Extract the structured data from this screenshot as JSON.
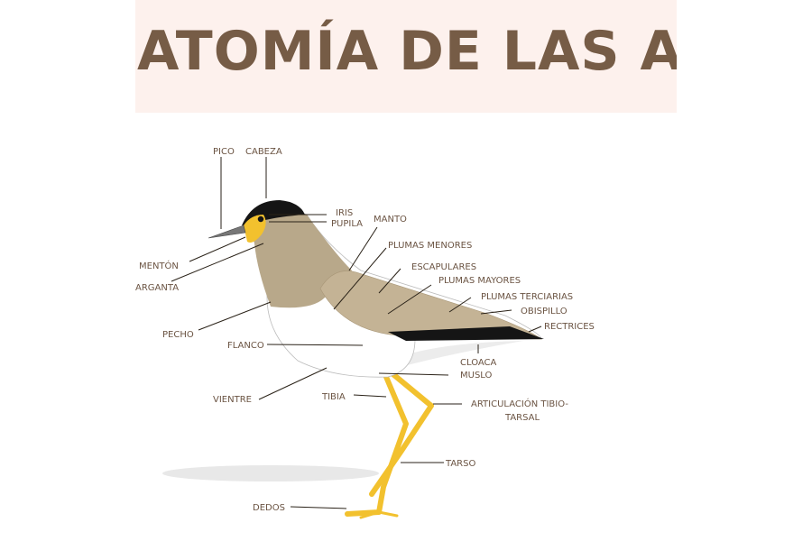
{
  "title": "ATOMÍA DE LAS AV",
  "colors": {
    "banner_bg": "#fdf1ed",
    "title": "#765c46",
    "label": "#6b5443",
    "body": "#b8a88a",
    "leg": "#f2c12e",
    "cap": "#151515"
  },
  "labels": {
    "pico": "PICO",
    "cabeza": "CABEZA",
    "iris": "IRIS",
    "pupila": "PUPILA",
    "manto": "MANTO",
    "plumas_menores": "PLUMAS MENORES",
    "menton": "MENTÓN",
    "escapulares": "ESCAPULARES",
    "plumas_mayores": "PLUMAS MAYORES",
    "arganta": "ARGANTA",
    "plumas_terciarias": "PLUMAS TERCIARIAS",
    "obispillo": "OBISPILLO",
    "rectrices": "RECTRICES",
    "pecho": "PECHO",
    "flanco": "FLANCO",
    "cloaca": "CLOACA",
    "muslo": "MUSLO",
    "vientre": "VIENTRE",
    "tibia": "TIBIA",
    "articulacion_1": "ARTICULACIÓN TIBIO-",
    "articulacion_2": "TARSAL",
    "tarso": "TARSO",
    "dedos": "DEDOS"
  }
}
